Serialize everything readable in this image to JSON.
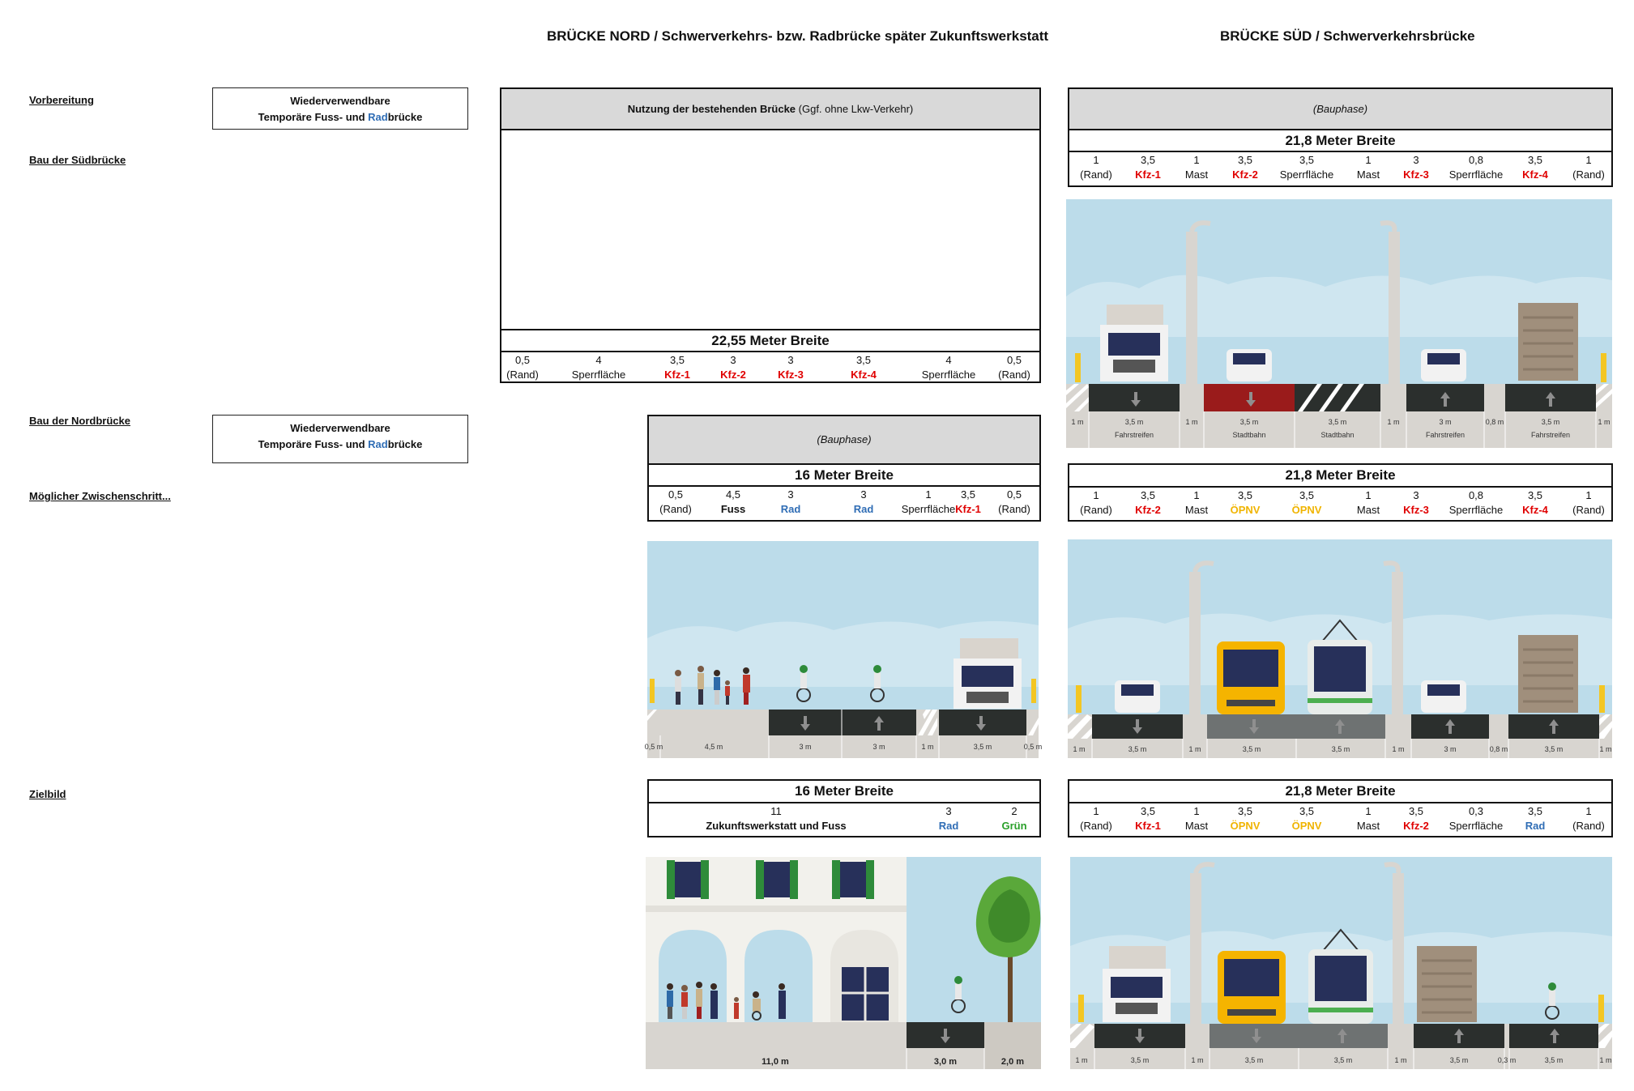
{
  "headers": {
    "nord": "BRÜCKE NORD / Schwerverkehrs- bzw. Radbrücke später Zukunftswerkstatt",
    "sued": "BRÜCKE SÜD / Schwerverkehrsbrücke"
  },
  "phases": {
    "vorbereitung": "Vorbereitung",
    "bau_sued": "Bau der Südbrücke",
    "bau_nord": "Bau der Nordbrücke",
    "zwischen": "Möglicher Zwischenschritt...",
    "ziel": "Zielbild"
  },
  "temp_bridge": {
    "line1": "Wiederverwendbare",
    "line2_a": "Temporäre Fuss- und ",
    "line2_b": "Rad",
    "line2_c": "brücke"
  },
  "nord_existing": {
    "header_a": "Nutzung der bestehenden Brücke",
    "header_b": " (Ggf. ohne Lkw-Verkehr)",
    "width": "22,55 Meter Breite",
    "cells": [
      {
        "v": "0,5",
        "l": "(Rand)",
        "c": ""
      },
      {
        "v": "4",
        "l": "Sperrfläche",
        "c": ""
      },
      {
        "v": "3,5",
        "l": "Kfz-1",
        "c": "red"
      },
      {
        "v": "3",
        "l": "Kfz-2",
        "c": "red"
      },
      {
        "v": "3",
        "l": "Kfz-3",
        "c": "red"
      },
      {
        "v": "3,5",
        "l": "Kfz-4",
        "c": "red"
      },
      {
        "v": "4",
        "l": "Sperrfläche",
        "c": ""
      },
      {
        "v": "0,5",
        "l": "(Rand)",
        "c": ""
      }
    ]
  },
  "sued_bau": {
    "header": "(Bauphase)",
    "width": "21,8 Meter Breite",
    "cells": [
      {
        "v": "1",
        "l": "(Rand)",
        "c": ""
      },
      {
        "v": "3,5",
        "l": "Kfz-1",
        "c": "red"
      },
      {
        "v": "1",
        "l": "Mast",
        "c": ""
      },
      {
        "v": "3,5",
        "l": "Kfz-2",
        "c": "red"
      },
      {
        "v": "3,5",
        "l": "Sperrfläche",
        "c": ""
      },
      {
        "v": "1",
        "l": "Mast",
        "c": ""
      },
      {
        "v": "3",
        "l": "Kfz-3",
        "c": "red"
      },
      {
        "v": "0,8",
        "l": "Sperrfläche",
        "c": ""
      },
      {
        "v": "3,5",
        "l": "Kfz-4",
        "c": "red"
      },
      {
        "v": "1",
        "l": "(Rand)",
        "c": ""
      }
    ],
    "street_labels": [
      "1 m",
      "3,5 m",
      "Fahrstreifen",
      "1 m",
      "3,5 m",
      "Stadtbahn",
      "3,5 m",
      "Stadtbahn",
      "1 m",
      "3 m",
      "Fahrstreifen",
      "0,8 m",
      "3,5 m",
      "Fahrstreifen",
      "1 m"
    ]
  },
  "nord_bau": {
    "header": "(Bauphase)",
    "width": "16 Meter Breite",
    "cells": [
      {
        "v": "0,5",
        "l": "(Rand)",
        "c": ""
      },
      {
        "v": "4,5",
        "l": "Fuss",
        "c": "b"
      },
      {
        "v": "3",
        "l": "Rad",
        "c": "blu"
      },
      {
        "v": "3",
        "l": "Rad",
        "c": "blu"
      },
      {
        "v": "1",
        "l": "Sperrfläche",
        "c": ""
      },
      {
        "v": "3,5",
        "l": "Kfz-1",
        "c": "red"
      },
      {
        "v": "0,5",
        "l": "(Rand)",
        "c": ""
      }
    ],
    "street_labels": [
      "0,5 m",
      "4,5 m",
      "3 m",
      "3 m",
      "1 m",
      "3,5 m",
      "0,5 m"
    ]
  },
  "sued_zwischen": {
    "width": "21,8 Meter Breite",
    "cells": [
      {
        "v": "1",
        "l": "(Rand)",
        "c": ""
      },
      {
        "v": "3,5",
        "l": "Kfz-2",
        "c": "red"
      },
      {
        "v": "1",
        "l": "Mast",
        "c": ""
      },
      {
        "v": "3,5",
        "l": "ÖPNV",
        "c": "yel"
      },
      {
        "v": "3,5",
        "l": "ÖPNV",
        "c": "yel"
      },
      {
        "v": "1",
        "l": "Mast",
        "c": ""
      },
      {
        "v": "3",
        "l": "Kfz-3",
        "c": "red"
      },
      {
        "v": "0,8",
        "l": "Sperrfläche",
        "c": ""
      },
      {
        "v": "3,5",
        "l": "Kfz-4",
        "c": "red"
      },
      {
        "v": "1",
        "l": "(Rand)",
        "c": ""
      }
    ],
    "street_labels": [
      "1 m",
      "3,5 m",
      "1 m",
      "3,5 m",
      "3,5 m",
      "1 m",
      "3 m",
      "0,8 m",
      "3,5 m",
      "1 m"
    ]
  },
  "nord_ziel": {
    "width": "16 Meter Breite",
    "cells": [
      {
        "v": "11",
        "l": "Zukunftswerkstatt und Fuss",
        "c": "b"
      },
      {
        "v": "3",
        "l": "Rad",
        "c": "blu"
      },
      {
        "v": "2",
        "l": "Grün",
        "c": "grn"
      }
    ],
    "street_labels": [
      "11,0 m",
      "3,0 m",
      "2,0 m"
    ]
  },
  "sued_ziel": {
    "width": "21,8 Meter Breite",
    "cells": [
      {
        "v": "1",
        "l": "(Rand)",
        "c": ""
      },
      {
        "v": "3,5",
        "l": "Kfz-1",
        "c": "red"
      },
      {
        "v": "1",
        "l": "Mast",
        "c": ""
      },
      {
        "v": "3,5",
        "l": "ÖPNV",
        "c": "yel"
      },
      {
        "v": "3,5",
        "l": "ÖPNV",
        "c": "yel"
      },
      {
        "v": "1",
        "l": "Mast",
        "c": ""
      },
      {
        "v": "3,5",
        "l": "Kfz-2",
        "c": "red"
      },
      {
        "v": "0,3",
        "l": "Sperrfläche",
        "c": ""
      },
      {
        "v": "3,5",
        "l": "Rad",
        "c": "blu"
      },
      {
        "v": "1",
        "l": "(Rand)",
        "c": ""
      }
    ],
    "street_labels": [
      "1 m",
      "3,5 m",
      "1 m",
      "3,5 m",
      "3,5 m",
      "1 m",
      "3,5 m",
      "0,3 m",
      "3,5 m",
      "1 m"
    ]
  },
  "colors": {
    "sky": "#bcdcea",
    "asphalt": "#2b2f2d",
    "sidewalk": "#d8d5d0",
    "tram_track": "#9a1b1b",
    "kfz": "#e00000",
    "oepnv": "#f0b400",
    "rad": "#2f6db5",
    "gruen": "#2aa02a"
  }
}
